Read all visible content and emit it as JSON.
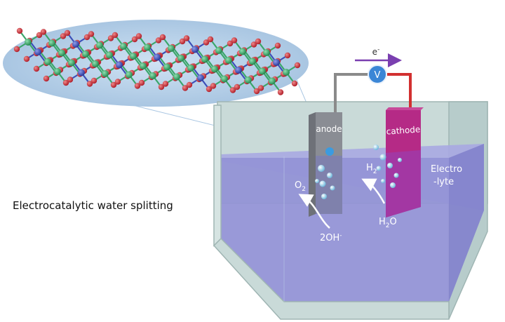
{
  "caption": "Electrocatalytic water splitting",
  "labels": {
    "anode": "anode",
    "cathode": "cathode",
    "voltmeter": "V",
    "electron": "e",
    "electron_sup": "-",
    "electrolyte_line1": "Electro",
    "electrolyte_line2": "-lyte",
    "o2": "O",
    "o2_sub": "2",
    "h2": "H",
    "h2_sub": "2",
    "hydroxide": "2OH",
    "hydroxide_sup": "-",
    "water": "H",
    "water_sub": "2",
    "water_tail": "O"
  },
  "colors": {
    "atom_red": "#c8323c",
    "atom_green": "#3aa66a",
    "atom_blue": "#3c4fb8",
    "electrolyte": "#8f8fd8",
    "anode": "#8a8d94",
    "cathode": "#b52a86",
    "wire_anode": "#8a8a8a",
    "wire_cathode": "#d23030",
    "arrow_electron": "#7a3fb0",
    "bubble": "#a8d8ee"
  }
}
